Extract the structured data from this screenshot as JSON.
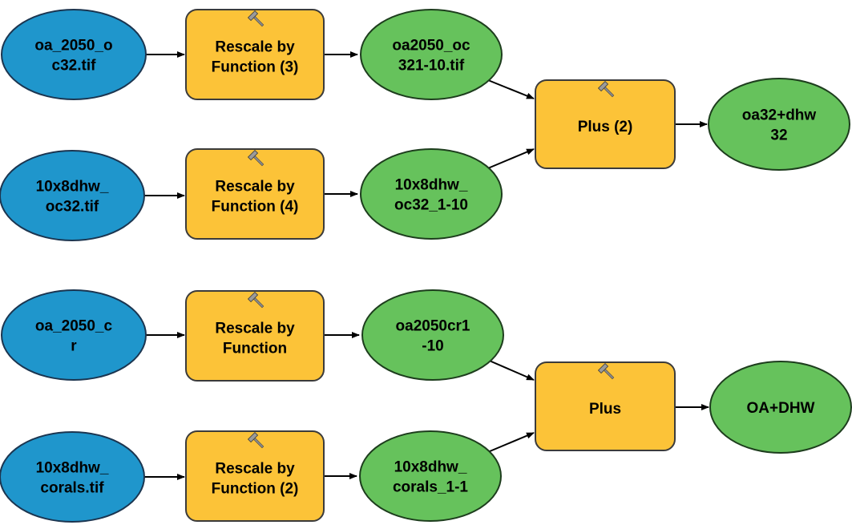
{
  "colors": {
    "input": "#1f96cc",
    "tool": "#fcc338",
    "output": "#66c25c",
    "connector": "#000000"
  },
  "tool_icon": "hammer-icon",
  "inputs": [
    {
      "id": "in1",
      "lines": [
        "oa_2050_o",
        "c32.tif"
      ]
    },
    {
      "id": "in2",
      "lines": [
        "10x8dhw_",
        "oc32.tif"
      ]
    },
    {
      "id": "in3",
      "lines": [
        "oa_2050_c",
        "r"
      ]
    },
    {
      "id": "in4",
      "lines": [
        "10x8dhw_",
        "corals.tif"
      ]
    }
  ],
  "rescale_tools": [
    {
      "id": "t1",
      "lines": [
        "Rescale by",
        "Function (3)"
      ]
    },
    {
      "id": "t2",
      "lines": [
        "Rescale by",
        "Function (4)"
      ]
    },
    {
      "id": "t3",
      "lines": [
        "Rescale by",
        "Function"
      ]
    },
    {
      "id": "t4",
      "lines": [
        "Rescale by",
        "Function (2)"
      ]
    }
  ],
  "rescaled_outputs": [
    {
      "id": "o1",
      "lines": [
        "oa2050_oc",
        "321-10.tif"
      ]
    },
    {
      "id": "o2",
      "lines": [
        "10x8dhw_",
        "oc32_1-10"
      ]
    },
    {
      "id": "o3",
      "lines": [
        "oa2050cr1",
        "-10"
      ]
    },
    {
      "id": "o4",
      "lines": [
        "10x8dhw_",
        "corals_1-1"
      ]
    }
  ],
  "plus_tools": [
    {
      "id": "p1",
      "lines": [
        "Plus (2)"
      ]
    },
    {
      "id": "p2",
      "lines": [
        "Plus"
      ]
    }
  ],
  "final_outputs": [
    {
      "id": "f1",
      "lines": [
        "oa32+dhw",
        "32"
      ]
    },
    {
      "id": "f2",
      "lines": [
        "OA+DHW"
      ]
    }
  ]
}
